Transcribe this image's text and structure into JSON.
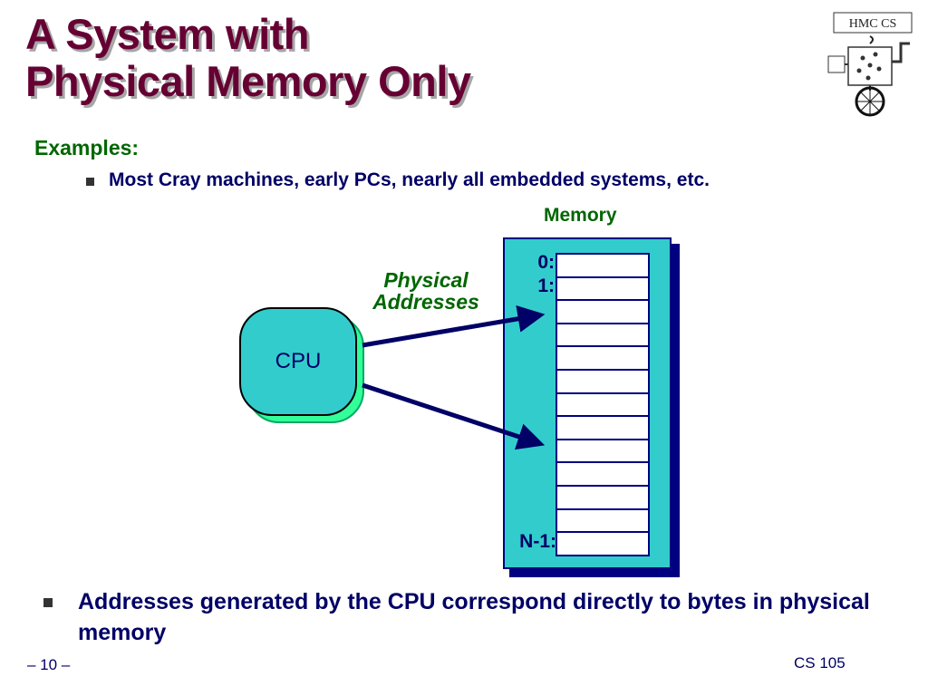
{
  "slide": {
    "title_line1": "A System with",
    "title_line2": "Physical Memory Only",
    "examples_heading": "Examples:",
    "examples_bullet": "Most Cray machines, early PCs, nearly all embedded systems, etc.",
    "bottom_bullet": "Addresses generated by the CPU correspond directly to bytes in physical memory",
    "page_number": "– 10 –",
    "course": "CS 105"
  },
  "diagram": {
    "memory_label": "Memory",
    "cpu_label": "CPU",
    "arrows_label_line1": "Physical",
    "arrows_label_line2": "Addresses",
    "address_labels": [
      "0:",
      "1:",
      "N-1:"
    ],
    "memory_row_count": 13
  },
  "logo": {
    "text": "HMC CS",
    "icon": "robot-unicycle-logo"
  },
  "colors": {
    "title": "#660033",
    "heading_green": "#006600",
    "body_navy": "#000066",
    "teal": "#33cccc",
    "cpu_shadow": "#33ff99",
    "border_navy": "#000080"
  }
}
